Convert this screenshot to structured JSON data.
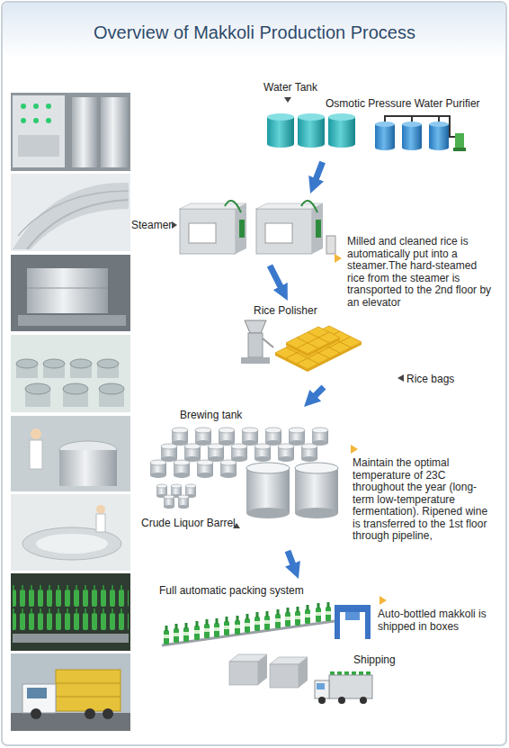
{
  "diagram": {
    "title": "Overview of Makkoli Production Process",
    "nodes": [
      {
        "text": [
          "Water Tank",
          "Osmotic Pressure Water Purifier"
        ]
      },
      {
        "text": [
          "Steamer"
        ]
      },
      {
        "text": [
          "Rice Polisher"
        ]
      },
      {
        "text": [
          "Rice bags"
        ]
      },
      {
        "text": [
          "Brewing tank",
          "Crude Liquor Barrel"
        ]
      },
      {
        "text": [
          "Full automatic packing system"
        ]
      },
      {
        "text": [
          "Shipping"
        ]
      }
    ],
    "edges": [
      {
        "from": 0,
        "to": 1,
        "arrow": "to"
      },
      {
        "from": 1,
        "to": 2,
        "arrow": "to"
      },
      {
        "from": 3,
        "to": 4,
        "arrow": "to"
      },
      {
        "from": 4,
        "to": 5,
        "arrow": "to"
      }
    ],
    "labels": [
      "Milled and cleaned rice is automatically put into a steamer.The hard-steamed rice from the steamer is transported to the 2nd floor by an elevator",
      "Maintain the optimal temperature of 23C throughout the year (long-term low-temperature fermentation). Ripened wine is transferred to the 1st floor through pipeline,",
      "Auto-bottled makkoli is shipped in boxes"
    ]
  }
}
